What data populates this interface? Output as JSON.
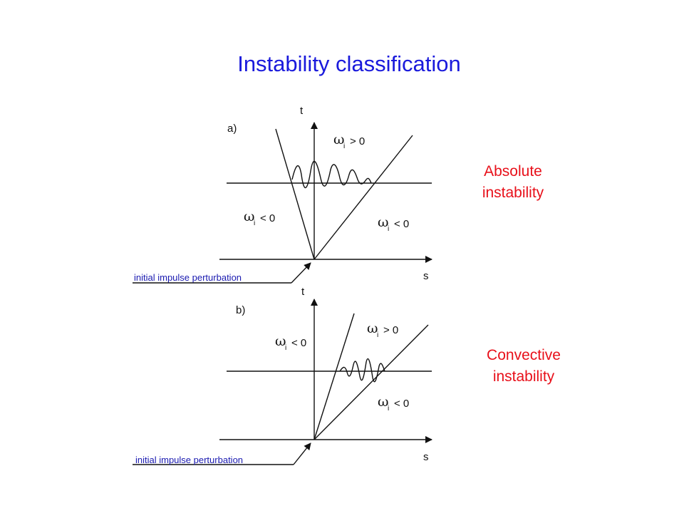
{
  "title": "Instability classification",
  "panel_a": {
    "label": "a)",
    "t_axis": "t",
    "s_axis": "s",
    "omega": "ω",
    "sub": "i",
    "top_relation": "> 0",
    "left_relation": "< 0",
    "right_relation": "< 0",
    "impulse_label": "initial impulse perturbation"
  },
  "panel_b": {
    "label": "b)",
    "t_axis": "t",
    "s_axis": "s",
    "omega": "ω",
    "sub": "i",
    "top_relation": "> 0",
    "left_relation": "< 0",
    "right_relation": "< 0",
    "impulse_label": "initial impulse perturbation"
  },
  "absolute": {
    "line1": "Absolute",
    "line2": "instability"
  },
  "convective": {
    "line1": "Convective",
    "line2": "instability"
  },
  "colors": {
    "title": "#1a1adc",
    "labels": "#e8101a",
    "impulse": "#1a1ab0"
  }
}
